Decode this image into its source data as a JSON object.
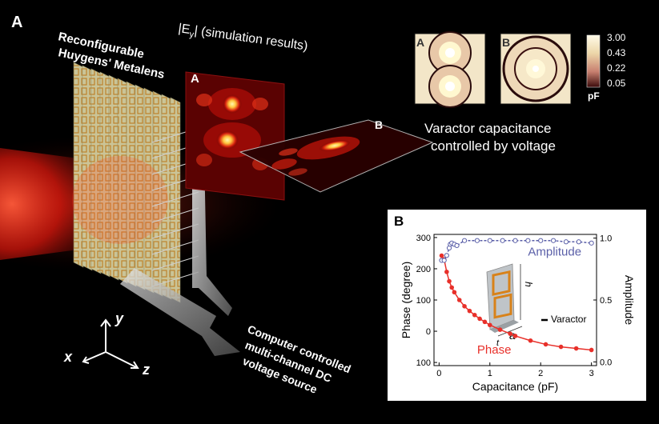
{
  "panel_a": {
    "label": "A",
    "metalens_label_line1": "Reconfigurable",
    "metalens_label_line2": "Huygens' Metalens",
    "sim_title": "|E",
    "sim_title_sub": "y",
    "sim_title_rest": "| (simulation results)",
    "sim_a_label": "A",
    "sim_b_label": "B",
    "cap_map_a_label": "A",
    "cap_map_b_label": "B",
    "colorbar_ticks": [
      "3.00",
      "0.43",
      "0.22",
      "0.05"
    ],
    "colorbar_unit": "pF",
    "varactor_caption_line1": "Varactor capacitance",
    "varactor_caption_line2": "controlled by voltage",
    "axis_x": "x",
    "axis_y": "y",
    "axis_z": "z",
    "source_line1": "Computer controlled",
    "source_line2": "multi-channel DC",
    "source_line3": "voltage source",
    "colors": {
      "beam": "#ff2a1a",
      "field_hot": "#ffd84a",
      "field_mid": "#c0160f"
    }
  },
  "panel_b": {
    "label": "B",
    "inset_varactor_label": "Varactor",
    "inset_h": "h",
    "inset_a": "a",
    "inset_t": "t",
    "chart_data": {
      "type": "line",
      "xlabel": "Capacitance (pF)",
      "ylabel_left": "Phase (degree)",
      "ylabel_right": "Amplitude",
      "x_ticks": [
        "0",
        "1",
        "2",
        "3"
      ],
      "y_left_ticks": [
        "300",
        "200",
        "100",
        "0",
        "100"
      ],
      "y_right_ticks": [
        "1.0",
        "0.5",
        "0.0"
      ],
      "xlim": [
        -0.1,
        3.1
      ],
      "ylim_left": [
        -110,
        310
      ],
      "ylim_right": [
        -0.03,
        1.03
      ],
      "series": [
        {
          "name": "Phase",
          "axis": "left",
          "color": "#e8302a",
          "x": [
            0.05,
            0.1,
            0.15,
            0.2,
            0.25,
            0.3,
            0.4,
            0.5,
            0.6,
            0.7,
            0.8,
            0.9,
            1.0,
            1.2,
            1.4,
            1.5,
            1.8,
            2.1,
            2.4,
            2.7,
            3.0
          ],
          "y": [
            242,
            230,
            190,
            160,
            140,
            125,
            100,
            80,
            65,
            52,
            40,
            30,
            20,
            5,
            -8,
            -15,
            -30,
            -42,
            -50,
            -55,
            -60
          ]
        },
        {
          "name": "Amplitude",
          "axis": "right",
          "color": "#5a5fa8",
          "x": [
            0.05,
            0.1,
            0.15,
            0.2,
            0.22,
            0.25,
            0.3,
            0.35,
            0.5,
            0.75,
            1.0,
            1.25,
            1.5,
            1.75,
            2.0,
            2.25,
            2.5,
            2.75,
            3.0
          ],
          "y": [
            0.82,
            0.82,
            0.86,
            0.92,
            0.95,
            0.96,
            0.95,
            0.94,
            0.98,
            0.98,
            0.98,
            0.98,
            0.98,
            0.98,
            0.98,
            0.98,
            0.97,
            0.97,
            0.96
          ]
        }
      ]
    }
  }
}
